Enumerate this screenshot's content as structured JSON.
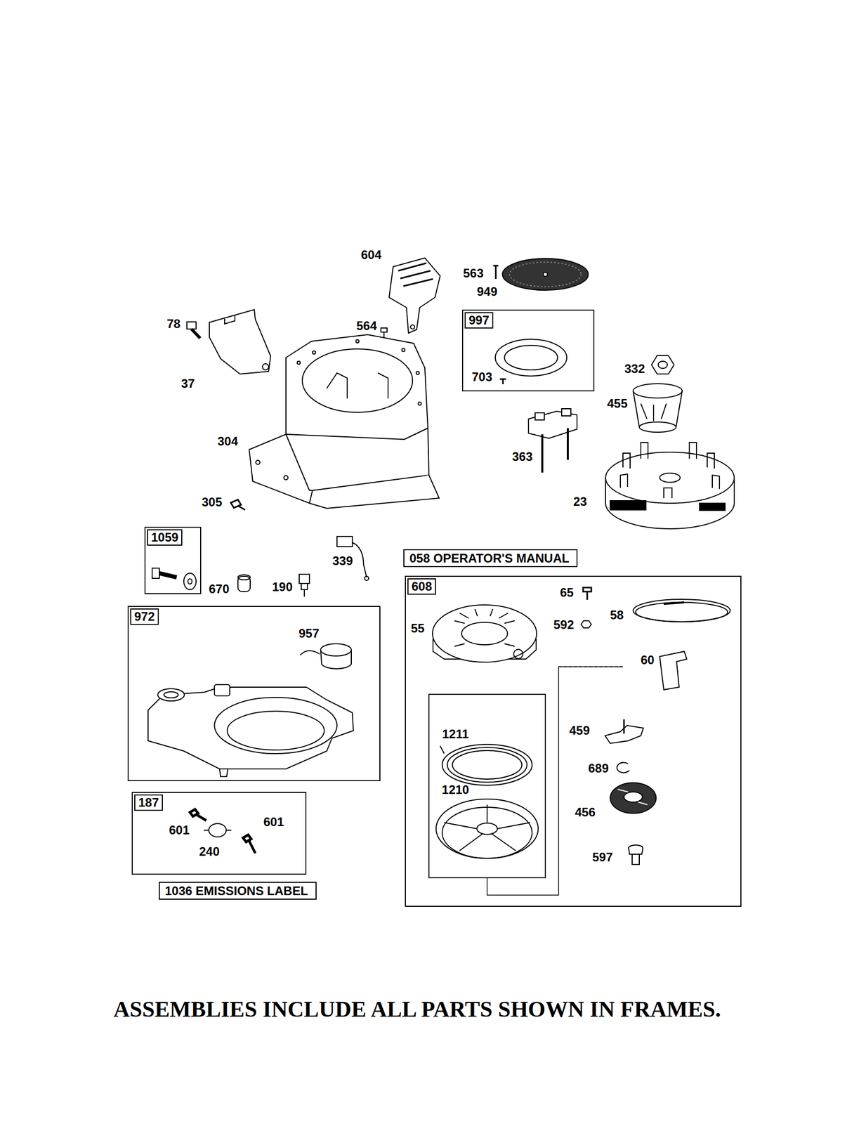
{
  "diagram": {
    "caption": "ASSEMBLIES INCLUDE ALL PARTS SHOWN IN FRAMES.",
    "nodes": [
      {
        "text": [
          "997",
          "703"
        ]
      },
      {
        "text": [
          "058 OPERATOR'S MANUAL"
        ]
      },
      {
        "text": [
          "1059"
        ]
      },
      {
        "text": [
          "972",
          "957"
        ]
      },
      {
        "text": [
          "608",
          "55",
          "65",
          "592",
          "58",
          "60",
          "459",
          "689",
          "456",
          "597"
        ]
      },
      {
        "text": [
          "1211",
          "1210"
        ],
        "in": 4
      },
      {
        "text": [
          "187",
          "601",
          "240",
          "601"
        ]
      },
      {
        "text": [
          "1036 EMISSIONS LABEL"
        ]
      }
    ],
    "labels": [
      "604",
      "563",
      "949",
      "78",
      "564",
      "37",
      "304",
      "332",
      "455",
      "363",
      "23",
      "305",
      "339",
      "670",
      "190"
    ]
  }
}
